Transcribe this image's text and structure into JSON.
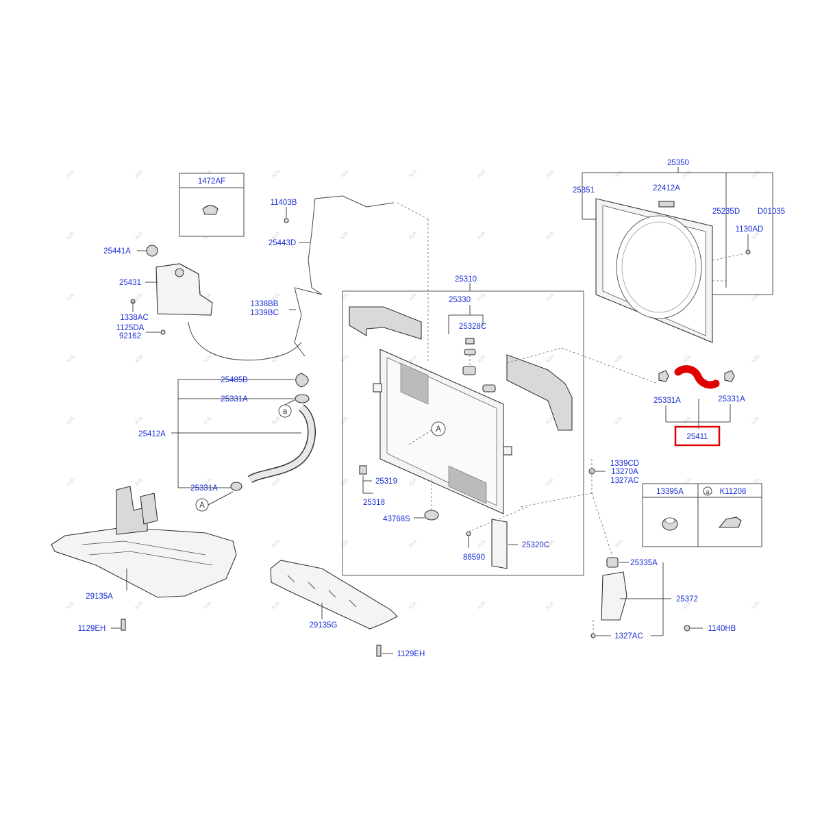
{
  "diagram": {
    "watermark": "KIA",
    "boxes": {
      "clip_box": "1472AF",
      "legend_left": "13395A",
      "legend_right_ref": "a",
      "legend_right": "K11208"
    },
    "labels": {
      "l25350": "25350",
      "l25351": "25351",
      "l22412A": "22412A",
      "l25235D": "25235D",
      "lD01035": "D01035",
      "l1130AD": "1130AD",
      "l11403B": "11403B",
      "l25443D": "25443D",
      "l25441A": "25441A",
      "l25431": "25431",
      "l1338AC": "1338AC",
      "l1125DA": "1125DA",
      "l92162": "92162",
      "l1338BB": "1338BB",
      "l1339BC": "1339BC",
      "l25310": "25310",
      "l25330": "25330",
      "l25328C": "25328C",
      "l25485B": "25485B",
      "l25331A_1": "25331A",
      "l25412A": "25412A",
      "l25331A_2": "25331A",
      "l25331A_3": "25331A",
      "l25331A_4": "25331A",
      "l25411": "25411",
      "l1339CD": "1339CD",
      "l13270A": "13270A",
      "l1327AC_1": "1327AC",
      "l25319": "25319",
      "l25318": "25318",
      "l43768S": "43768S",
      "l86590": "86590",
      "l25320C": "25320C",
      "l25335A": "25335A",
      "l25372": "25372",
      "l1327AC_2": "1327AC",
      "l1140HB": "1140HB",
      "l29135A": "29135A",
      "l1129EH_1": "1129EH",
      "l29135G": "29135G",
      "l1129EH_2": "1129EH"
    },
    "ref_markers": {
      "A_radiator": "A",
      "A_bottom": "A",
      "a_hose": "a"
    },
    "highlight": {
      "part": "25411",
      "color": "#e00000"
    }
  }
}
